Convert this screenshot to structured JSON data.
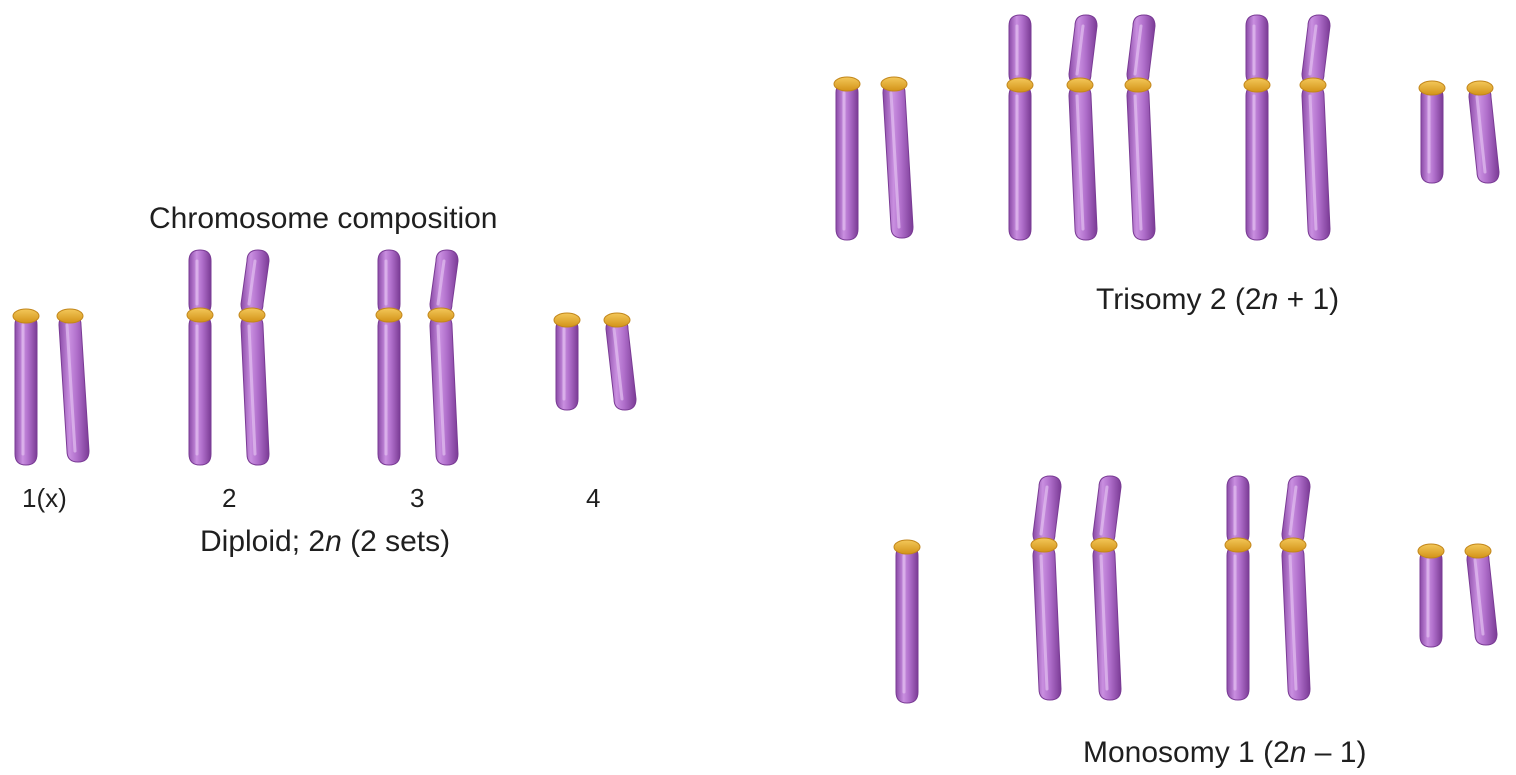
{
  "diploid": {
    "title": "Chromosome composition",
    "numbers": [
      "1(x)",
      "2",
      "3",
      "4"
    ],
    "caption_pre": "Diploid; 2",
    "caption_var": "n",
    "caption_post": " (2 sets)"
  },
  "trisomy": {
    "caption_pre": "Trisomy 2 (2",
    "caption_var": "n",
    "caption_post": " + 1)"
  },
  "monosomy": {
    "caption_pre": "Monosomy 1 (2",
    "caption_var": "n",
    "caption_post": " – 1)"
  },
  "colors": {
    "chromosome": "#b06fcb",
    "chromosome_dark": "#7e3f98",
    "chromosome_light": "#d8a6ea",
    "centromere": "#e9ac2f"
  }
}
